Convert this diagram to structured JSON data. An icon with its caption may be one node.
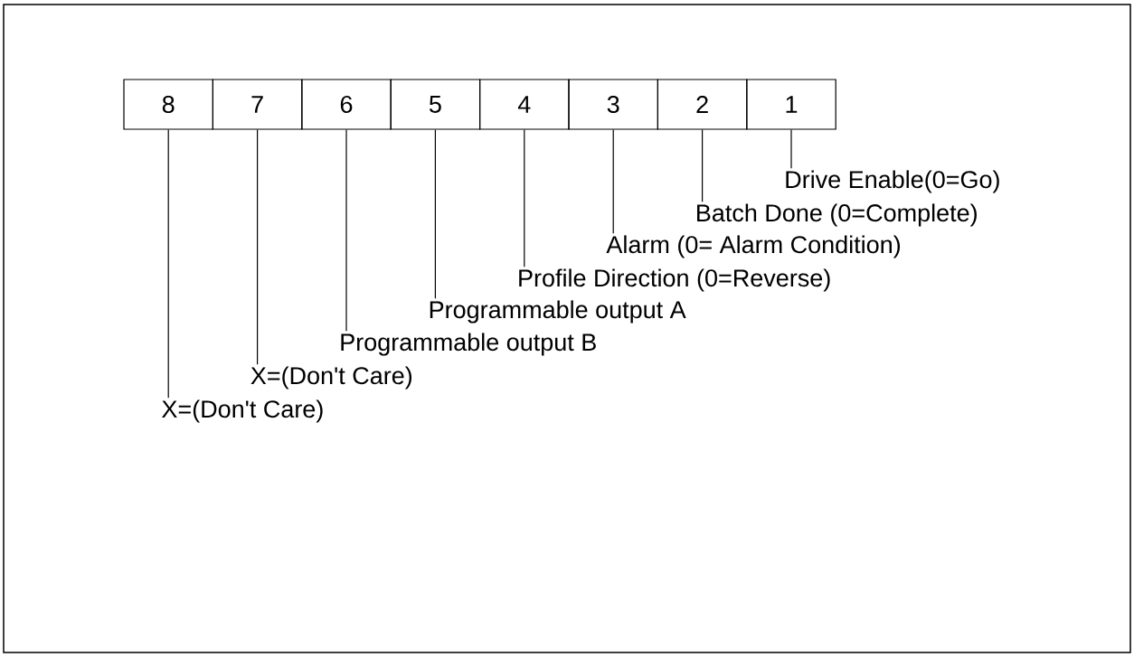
{
  "diagram": {
    "nodes": [
      {
        "text": [
          "8"
        ]
      },
      {
        "text": [
          "7"
        ]
      },
      {
        "text": [
          "6"
        ]
      },
      {
        "text": [
          "5"
        ]
      },
      {
        "text": [
          "4"
        ]
      },
      {
        "text": [
          "3"
        ]
      },
      {
        "text": [
          "2"
        ]
      },
      {
        "text": [
          "1"
        ]
      },
      {
        "text": [
          "X=(Don't Care)"
        ]
      },
      {
        "text": [
          "X=(Don't Care)"
        ]
      },
      {
        "text": [
          "Programmable output B"
        ]
      },
      {
        "text": [
          "Programmable output A"
        ]
      },
      {
        "text": [
          "Profile Direction (0=Reverse)"
        ]
      },
      {
        "text": [
          "Alarm (0= Alarm Condition)"
        ]
      },
      {
        "text": [
          "Batch Done (0=Complete)"
        ]
      },
      {
        "text": [
          "Drive Enable(0=Go)"
        ]
      }
    ],
    "edges": [
      {
        "from": 0,
        "to": 8,
        "arrow": "none"
      },
      {
        "from": 1,
        "to": 9,
        "arrow": "none"
      },
      {
        "from": 2,
        "to": 10,
        "arrow": "none"
      },
      {
        "from": 3,
        "to": 11,
        "arrow": "none"
      },
      {
        "from": 4,
        "to": 12,
        "arrow": "none"
      },
      {
        "from": 5,
        "to": 13,
        "arrow": "none"
      },
      {
        "from": 6,
        "to": 14,
        "arrow": "none"
      },
      {
        "from": 7,
        "to": 15,
        "arrow": "none"
      }
    ]
  }
}
